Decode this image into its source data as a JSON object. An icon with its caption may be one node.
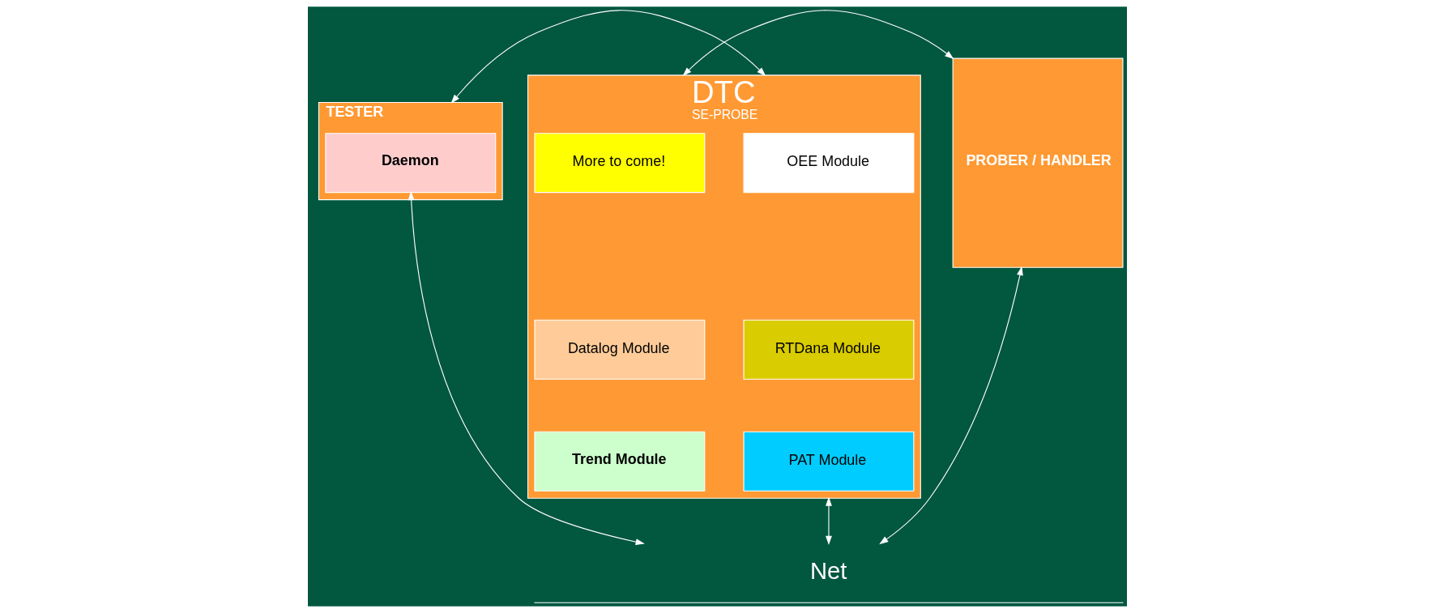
{
  "diagram": {
    "nodes": [
      {
        "text": [
          "TESTER"
        ]
      },
      {
        "text": [
          "Daemon"
        ],
        "in": 0
      },
      {
        "text": [
          "DTC",
          "SE-PROBE"
        ]
      },
      {
        "text": [
          "OEE Module"
        ],
        "in": 2
      },
      {
        "text": [
          "More to come!"
        ],
        "in": 2
      },
      {
        "text": [
          "RTDana Module"
        ],
        "in": 2
      },
      {
        "text": [
          "Datalog Module"
        ],
        "in": 2
      },
      {
        "text": [
          "PAT Module"
        ],
        "in": 2
      },
      {
        "text": [
          "Trend Module"
        ],
        "in": 2
      },
      {
        "text": [
          "PROBER / HANDLER"
        ]
      },
      {
        "text": [
          "Net"
        ]
      }
    ],
    "edges": [
      {
        "from": 0,
        "to": 2,
        "arrow": "both"
      },
      {
        "from": 2,
        "to": 9,
        "arrow": "both"
      },
      {
        "from": 1,
        "to": 10,
        "arrow": "both"
      },
      {
        "from": 2,
        "to": 10,
        "arrow": "both"
      },
      {
        "from": 9,
        "to": 10,
        "arrow": "both"
      }
    ]
  }
}
